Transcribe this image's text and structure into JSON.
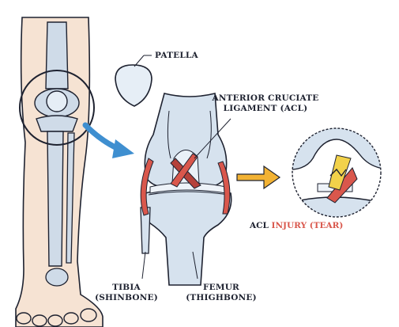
{
  "labels": {
    "patella": "PATELLA",
    "acl_line1": "ANTERIOR CRUCIATE",
    "acl_line2": "LIGAMENT (ACL)",
    "tibia_line1": "TIBIA",
    "tibia_line2": "(SHINBONE)",
    "femur_line1": "FEMUR",
    "femur_line2": "(THIGHBONE)",
    "injury_part1": "ACL ",
    "injury_part2": "INJURY (TEAR)"
  },
  "colors": {
    "outline": "#1e2230",
    "bone": "#cfdbe8",
    "bone_light": "#e6eef6",
    "skin": "#f6e3d3",
    "ligament": "#d9574c",
    "ligament_dark": "#b5413a",
    "arrow_blue": "#3f8fd0",
    "arrow_orange": "#f2b233",
    "tear_yellow": "#f2d24a",
    "text_dark": "#1e2230",
    "text_red": "#d9574c"
  }
}
